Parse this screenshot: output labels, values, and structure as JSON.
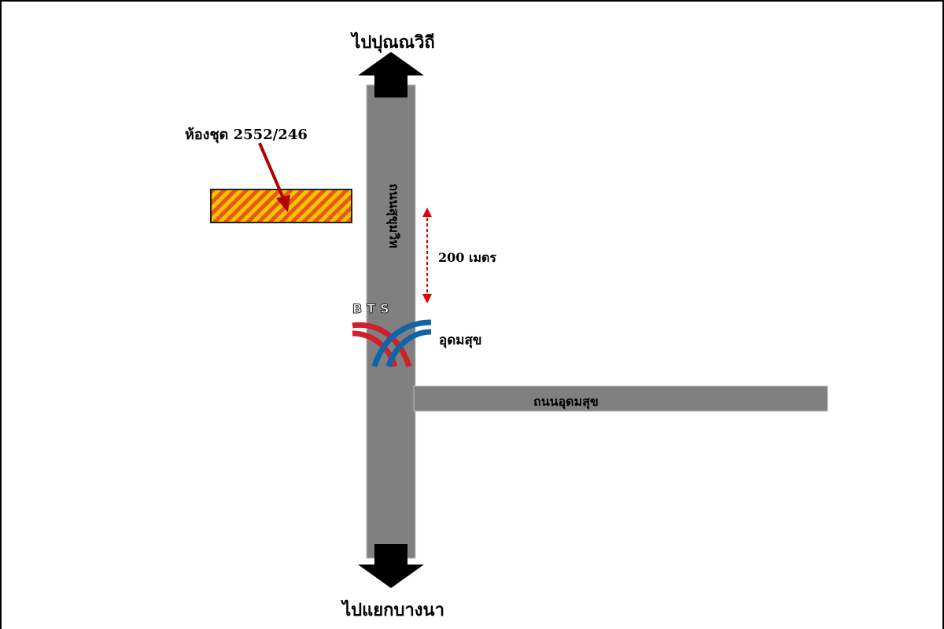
{
  "map": {
    "to_north": "ไปปุณณวิถี",
    "to_south": "ไปแยกบางนา",
    "condo_label": "ห้องชุด 2552/246",
    "distance_label": "200 เมตร",
    "station_name": "อุดมสุข",
    "station_logo": "BTS",
    "side_road_name": "ถนนอุดมสุข",
    "main_road_name": "ถนนสุขุมวิท",
    "colors": {
      "road": "#808080",
      "arrow": "#000000",
      "condo_fill_a": "#f5c400",
      "condo_fill_b": "#e8571a",
      "pointer": "#b00000",
      "distance_marker": "#e00000",
      "bts_red": "#d0202a",
      "bts_blue": "#1064a8"
    }
  }
}
